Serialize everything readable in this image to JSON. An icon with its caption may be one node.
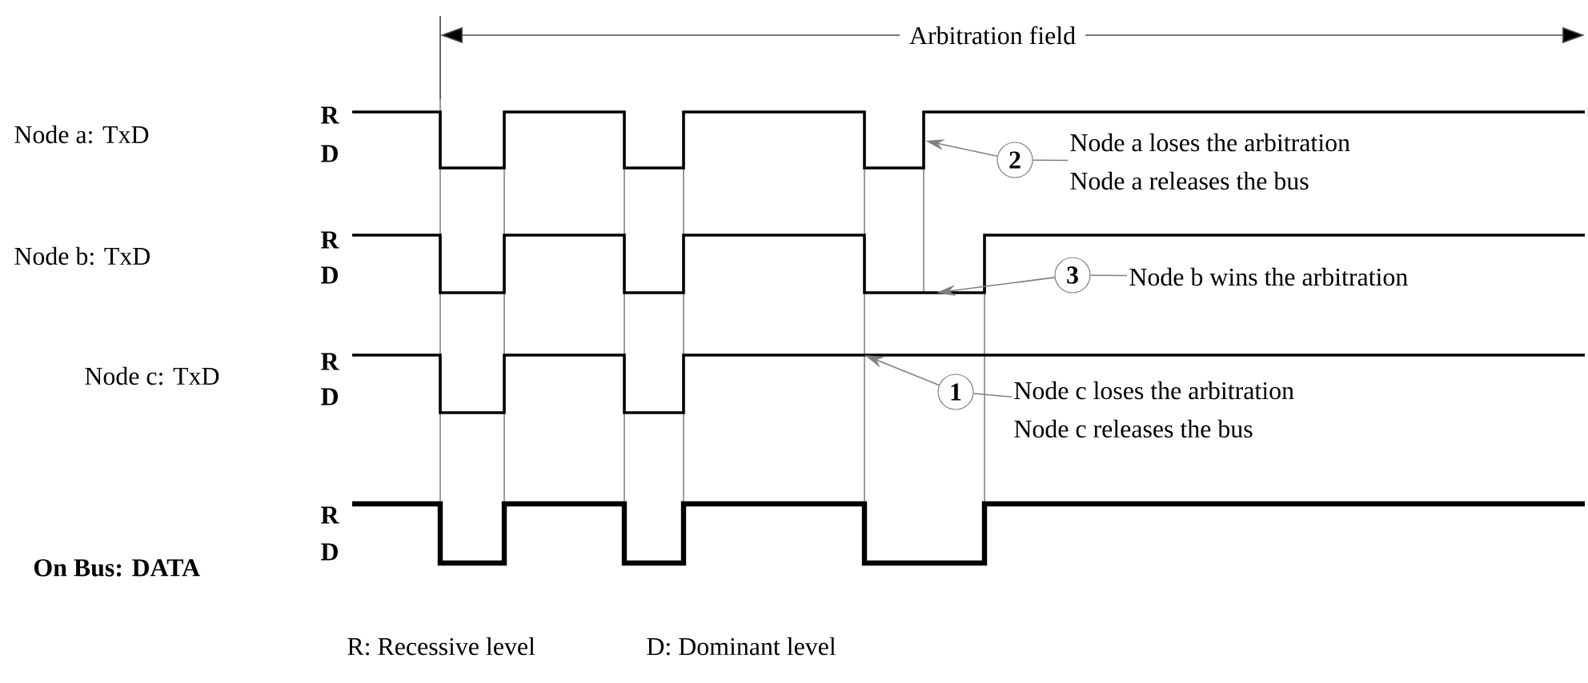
{
  "diagram": {
    "nodes": [
      {
        "text": [
          "2"
        ]
      },
      {
        "text": [
          "Node a loses the arbitration",
          "Node a releases the bus"
        ]
      },
      {
        "text": [
          "3"
        ]
      },
      {
        "text": [
          "Node b wins the arbitration"
        ]
      },
      {
        "text": [
          "1"
        ]
      },
      {
        "text": [
          "Node c loses the arbitration",
          "Node c releases the bus"
        ]
      }
    ],
    "edges": [
      {
        "from": 0,
        "to": null,
        "arrow": "to"
      },
      {
        "from": 0,
        "to": 1,
        "arrow": "none"
      },
      {
        "from": 2,
        "to": null,
        "arrow": "to"
      },
      {
        "from": 2,
        "to": 3,
        "arrow": "none"
      },
      {
        "from": 4,
        "to": null,
        "arrow": "to"
      },
      {
        "from": 4,
        "to": 5,
        "arrow": "none"
      }
    ],
    "labels": [
      "Arbitration field",
      "R",
      "Node a: TxD",
      "D",
      "R",
      "Node b: TxD",
      "D",
      "R",
      "Node c: TxD",
      "D",
      "R",
      "On Bus: DATA",
      "D",
      "R: Recessive level",
      "D: Dominant level"
    ]
  }
}
